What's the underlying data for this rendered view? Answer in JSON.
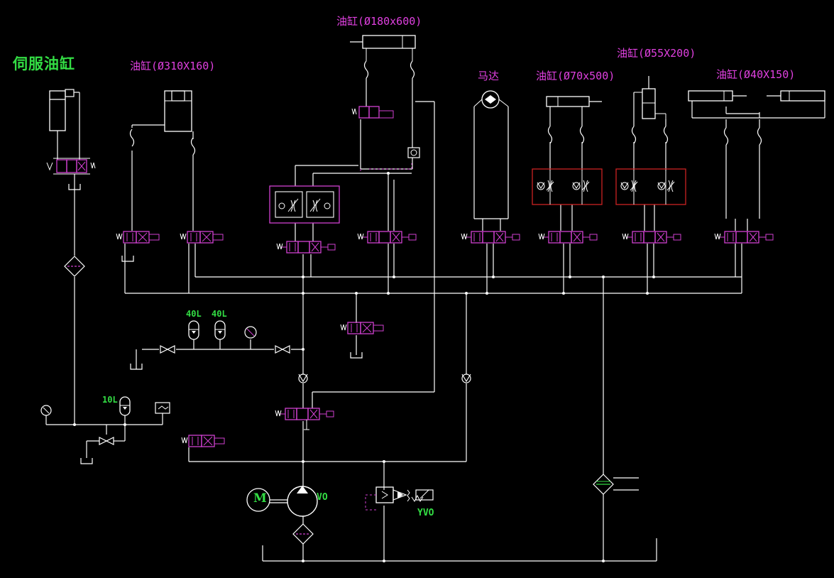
{
  "labels": {
    "servo_cylinder": "伺服油缸",
    "cyl_310x160": "油缸(Ø310X160)",
    "cyl_180x600": "油缸(Ø180x600)",
    "motor": "马达",
    "cyl_70x500": "油缸(Ø70x500)",
    "cyl_55x200": "油缸(Ø55X200)",
    "cyl_40x150": "油缸(Ø40X150)",
    "acc_40l_1": "40L",
    "acc_40l_2": "40L",
    "acc_10l": "10L",
    "pump_tag": "VO",
    "relief_tag": "YVO",
    "motor_letter": "M"
  },
  "colors": {
    "line": "#ffffff",
    "valve": "#d040d0",
    "label": "#e040e0",
    "green": "#33dd44",
    "red_box": "#cc2222"
  }
}
